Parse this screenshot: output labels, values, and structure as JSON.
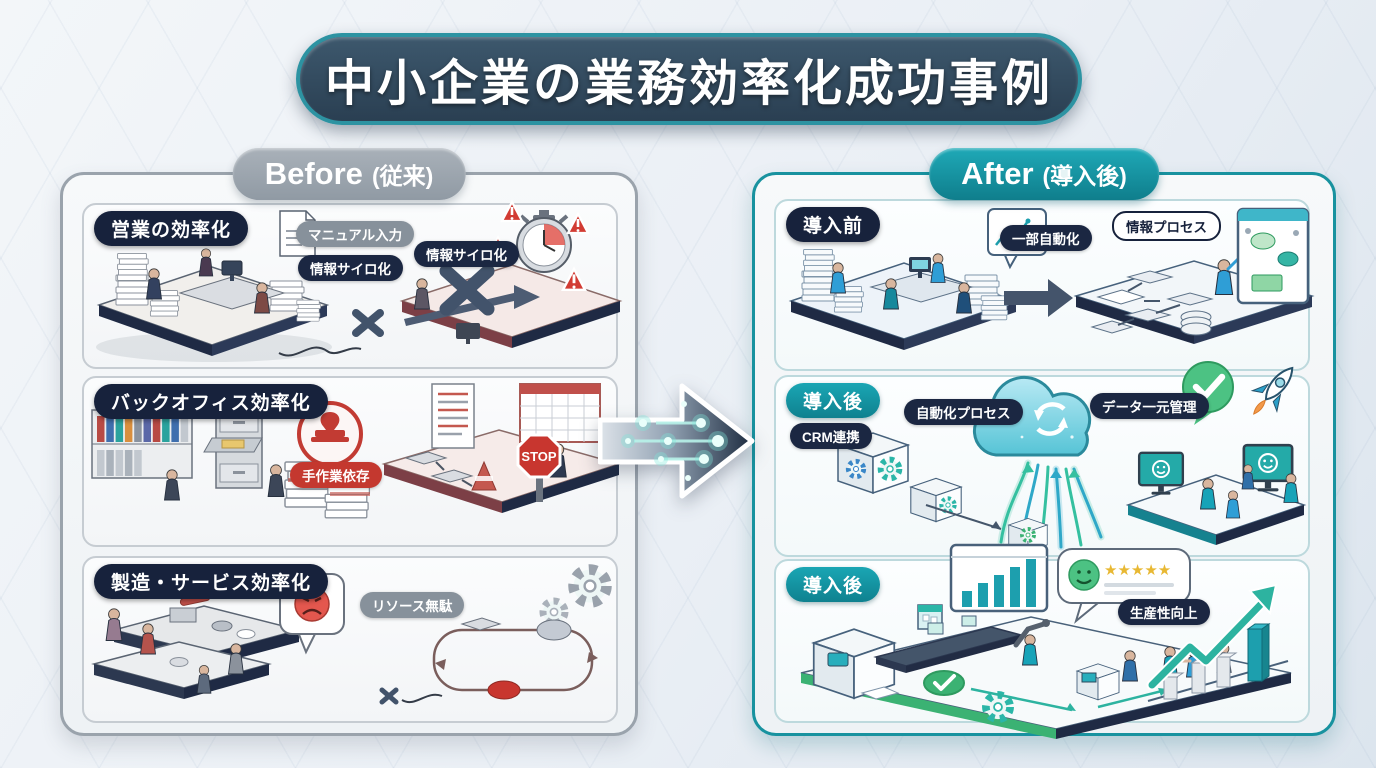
{
  "title": "中小企業の業務効率化成功事例",
  "before": {
    "header_en": "Before",
    "header_jp": "(従来)",
    "panels": [
      {
        "title": "営業の効率化",
        "labels": {
          "manual_input": "マニュアル入力",
          "silo1": "情報サイロ化",
          "silo2": "情報サイロ化"
        }
      },
      {
        "title": "バックオフィス効率化",
        "labels": {
          "manual_work": "手作業依存"
        }
      },
      {
        "title": "製造・サービス効率化",
        "labels": {
          "resource_waste": "リソース無駄"
        }
      }
    ]
  },
  "after": {
    "header_en": "After",
    "header_jp": "(導入後)",
    "panels": [
      {
        "title": "導入前",
        "labels": {
          "partial_automation": "一部自動化",
          "info_process": "情報プロセス"
        }
      },
      {
        "title": "導入後",
        "labels": {
          "automation_process": "自動化プロセス",
          "crm": "CRM連携",
          "data_mgmt": "データ一元管理"
        }
      },
      {
        "title": "導入後",
        "labels": {
          "productivity": "生産性向上"
        }
      }
    ]
  },
  "misc": {
    "stop_sign": "STOP",
    "stars": "★★★★★"
  },
  "colors": {
    "accent_teal": "#18929f",
    "navy": "#1b2742",
    "alert_red": "#c4382f",
    "success_green": "#3bb273",
    "gray": "#87919b",
    "title_bg": "#2e4557"
  }
}
